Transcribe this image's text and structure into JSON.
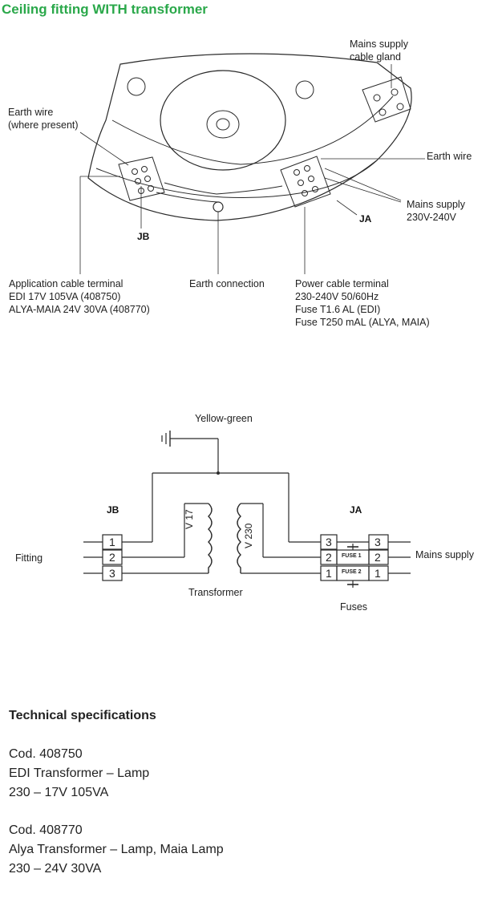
{
  "title": "Ceiling fitting WITH transformer",
  "top_diagram": {
    "mains_supply_cable_gland": [
      "Mains supply",
      "cable gland"
    ],
    "earth_wire_where_present": [
      "Earth wire",
      "(where present)"
    ],
    "earth_wire": "Earth wire",
    "mains_supply": [
      "Mains supply",
      "230V-240V"
    ],
    "jb": "JB",
    "ja": "JA",
    "application_cable_terminal": [
      "Application cable terminal",
      "EDI 17V  105VA (408750)",
      "ALYA-MAIA  24V  30VA  (408770)"
    ],
    "earth_connection": "Earth connection",
    "power_cable_terminal": [
      "Power cable terminal",
      "230-240V  50/60Hz",
      "Fuse T1.6 AL (EDI)",
      "Fuse T250 mAL (ALYA, MAIA)"
    ]
  },
  "schematic": {
    "yellow_green": "Yellow-green",
    "jb": "JB",
    "ja": "JA",
    "fitting": "Fitting",
    "mains_supply": "Mains supply",
    "transformer": "Transformer",
    "fuses": "Fuses",
    "coil_left": "V 17",
    "coil_right": "V 230",
    "jb_terminals": [
      "1",
      "2",
      "3"
    ],
    "ja_left_terminals": [
      "3",
      "2",
      "1"
    ],
    "ja_right_terminals": [
      "3",
      "2",
      "1"
    ],
    "fuse1": "FUSE 1",
    "fuse2": "FUSE 2"
  },
  "specs": {
    "heading": "Technical specifications",
    "items": [
      {
        "code": "Cod. 408750",
        "name": "EDI Transformer – Lamp",
        "rating": "230 – 17V   105VA"
      },
      {
        "code": "Cod. 408770",
        "name": "Alya Transformer – Lamp, Maia Lamp",
        "rating": "230 – 24V   30VA"
      }
    ]
  }
}
